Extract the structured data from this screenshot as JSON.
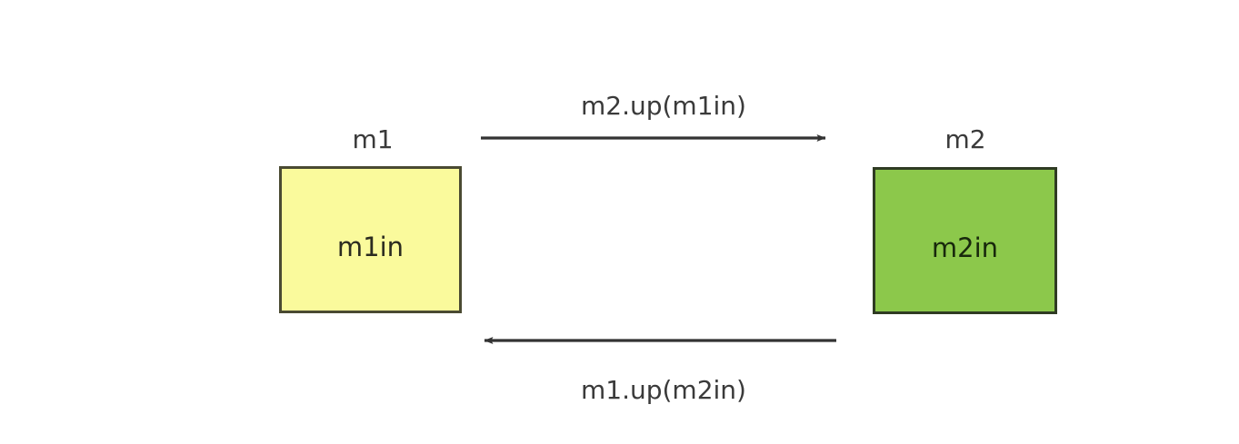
{
  "diagram": {
    "background_color": "#ffffff",
    "nodes": [
      {
        "id": "m1",
        "caption": "m1",
        "inner_label": "m1in",
        "fill_color": "#FAFA9C",
        "border_color": "#4A4A32"
      },
      {
        "id": "m2",
        "caption": "m2",
        "inner_label": "m2in",
        "fill_color": "#8CC84B",
        "border_color": "#2F3B23"
      }
    ],
    "edges": [
      {
        "id": "m1-to-m2",
        "label": "m2.up(m1in)",
        "direction": "right",
        "color": "#333333"
      },
      {
        "id": "m2-to-m1",
        "label": "m1.up(m2in)",
        "direction": "left",
        "color": "#333333"
      }
    ]
  }
}
